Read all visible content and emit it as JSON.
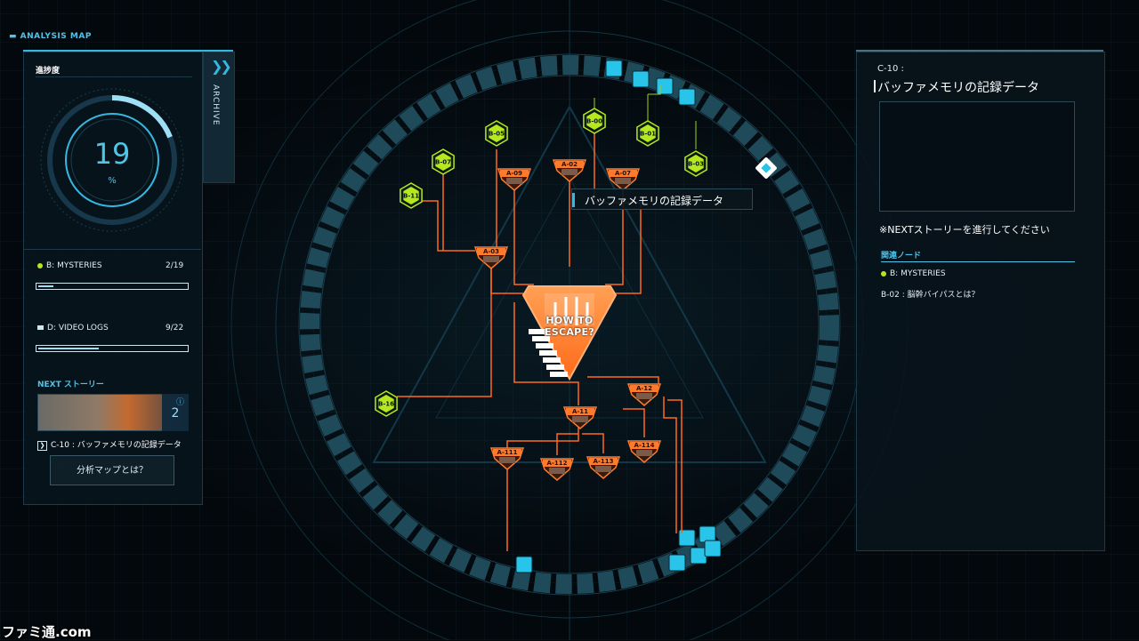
{
  "header": {
    "title": "ANALYSIS MAP"
  },
  "left_panel": {
    "archive_label": "ARCHIVE",
    "progress_label": "進捗度",
    "progress_value": "19",
    "progress_unit": "%",
    "categories": [
      {
        "name": "B: MYSTERIES",
        "count": "2/19",
        "fraction": 0.105
      },
      {
        "name": "D: VIDEO LOGS",
        "count": "9/22",
        "fraction": 0.409
      }
    ],
    "next_label": "NEXT ストーリー",
    "next_badge_count": "2",
    "next_story": "C-10 : バッファメモリの記録データ",
    "help_button": "分析マップとは？"
  },
  "map": {
    "center_title": "HOW TO ESCAPE?",
    "tooltip": "バッファメモリの記録データ",
    "green_nodes": [
      "B-00",
      "B-01",
      "B-03",
      "B-05",
      "B-07",
      "B-11",
      "B-16"
    ],
    "orange_nodes": [
      "A-02",
      "A-07",
      "A-09",
      "A-03",
      "A-12",
      "A-11",
      "A-111",
      "A-112",
      "A-113",
      "A-114"
    ]
  },
  "right_panel": {
    "code": "C-10 :",
    "title": "バッファメモリの記録データ",
    "notice": "※NEXTストーリーを進行してください",
    "related_label": "関連ノード",
    "related_category": "B: MYSTERIES",
    "related_node": "B-02 : 脳幹バイパスとは？"
  },
  "colors": {
    "accent": "#36b7e0",
    "green_node": "#b6e81f",
    "orange_node": "#ff7a2a",
    "cyan_tile": "#29c4ea"
  },
  "watermark": "ファミ通.com"
}
